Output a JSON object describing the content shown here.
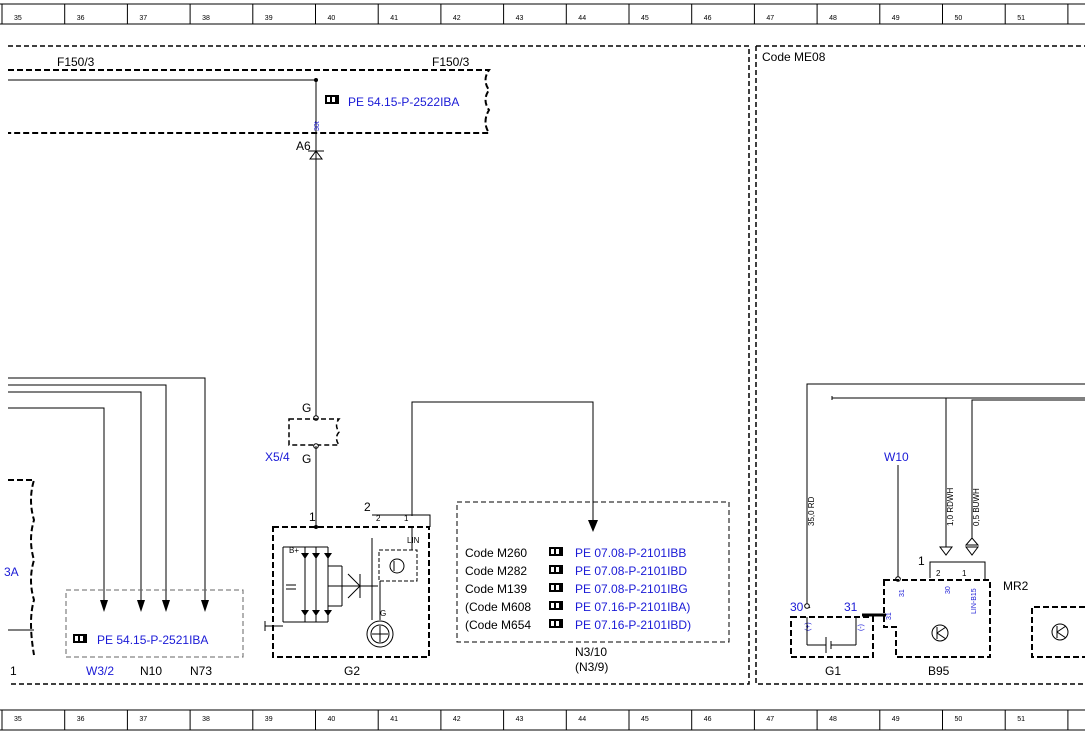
{
  "ruler": {
    "top": [
      "35",
      "36",
      "37",
      "38",
      "39",
      "40",
      "41",
      "42",
      "43",
      "44",
      "45",
      "46",
      "47",
      "48",
      "49",
      "50",
      "51"
    ],
    "bottom": [
      "35",
      "36",
      "37",
      "38",
      "39",
      "40",
      "41",
      "42",
      "43",
      "44",
      "45",
      "46",
      "47",
      "48",
      "49",
      "50",
      "51"
    ]
  },
  "fuse": {
    "left": "F150/3",
    "right": "F150/3"
  },
  "links": {
    "pe_fuse": "PE 54.15-P-2522IBA",
    "pe_bottom_left": "PE 54.15-P-2521IBA"
  },
  "labels": {
    "a6": "A6",
    "pin_30t": "30t",
    "x54_g_top": "G",
    "x54": "X5/4",
    "x54_g_bottom": "G",
    "pin1": "1",
    "pin2": "2",
    "g2_b_plus": "B+",
    "g2_pin2": "2",
    "g2_pin1": "1",
    "g2_lin": "LIN",
    "g2_g": "G",
    "g2": "G2",
    "w32": "W3/2",
    "n10": "N10",
    "n73": "N73",
    "left_partial_1": "1",
    "left_partial_3a": "3A",
    "code_me08": "Code ME08",
    "n310": "N3/10",
    "n39": "(N3/9)",
    "w10": "W10",
    "wire_350rd": "35,0 RD",
    "wire_10rdwh": "1,0 RDWH",
    "wire_05buwh": "0,5 BUWH",
    "pin30": "30",
    "pin31": "31",
    "g1_plus": "(+)",
    "g1_minus": "(-)",
    "g1": "G1",
    "b95_pin1": "1",
    "b95_pin2": "2",
    "b95_pin1b": "1",
    "b95_31": "31",
    "b95_30": "30",
    "b95_lin": "LIN-B15",
    "b95_31c": "31",
    "b95": "B95",
    "mr2": "MR2"
  },
  "code_table": [
    {
      "code": "Code M260",
      "ref": "PE 07.08-P-2101IBB"
    },
    {
      "code": "Code M282",
      "ref": "PE 07.08-P-2101IBD"
    },
    {
      "code": "Code M139",
      "ref": "PE 07.08-P-2101IBG"
    },
    {
      "code": "(Code M608",
      "ref": "PE 07.16-P-2101IBA)"
    },
    {
      "code": "(Code M654",
      "ref": "PE 07.16-P-2101IBD)"
    }
  ],
  "colors": {
    "line": "#000000",
    "link": "#1a1ad6"
  },
  "icons": [
    "pointing-hand-icon",
    "arrow-down-icon",
    "transistor-icon",
    "battery-icon",
    "ground-icon"
  ]
}
